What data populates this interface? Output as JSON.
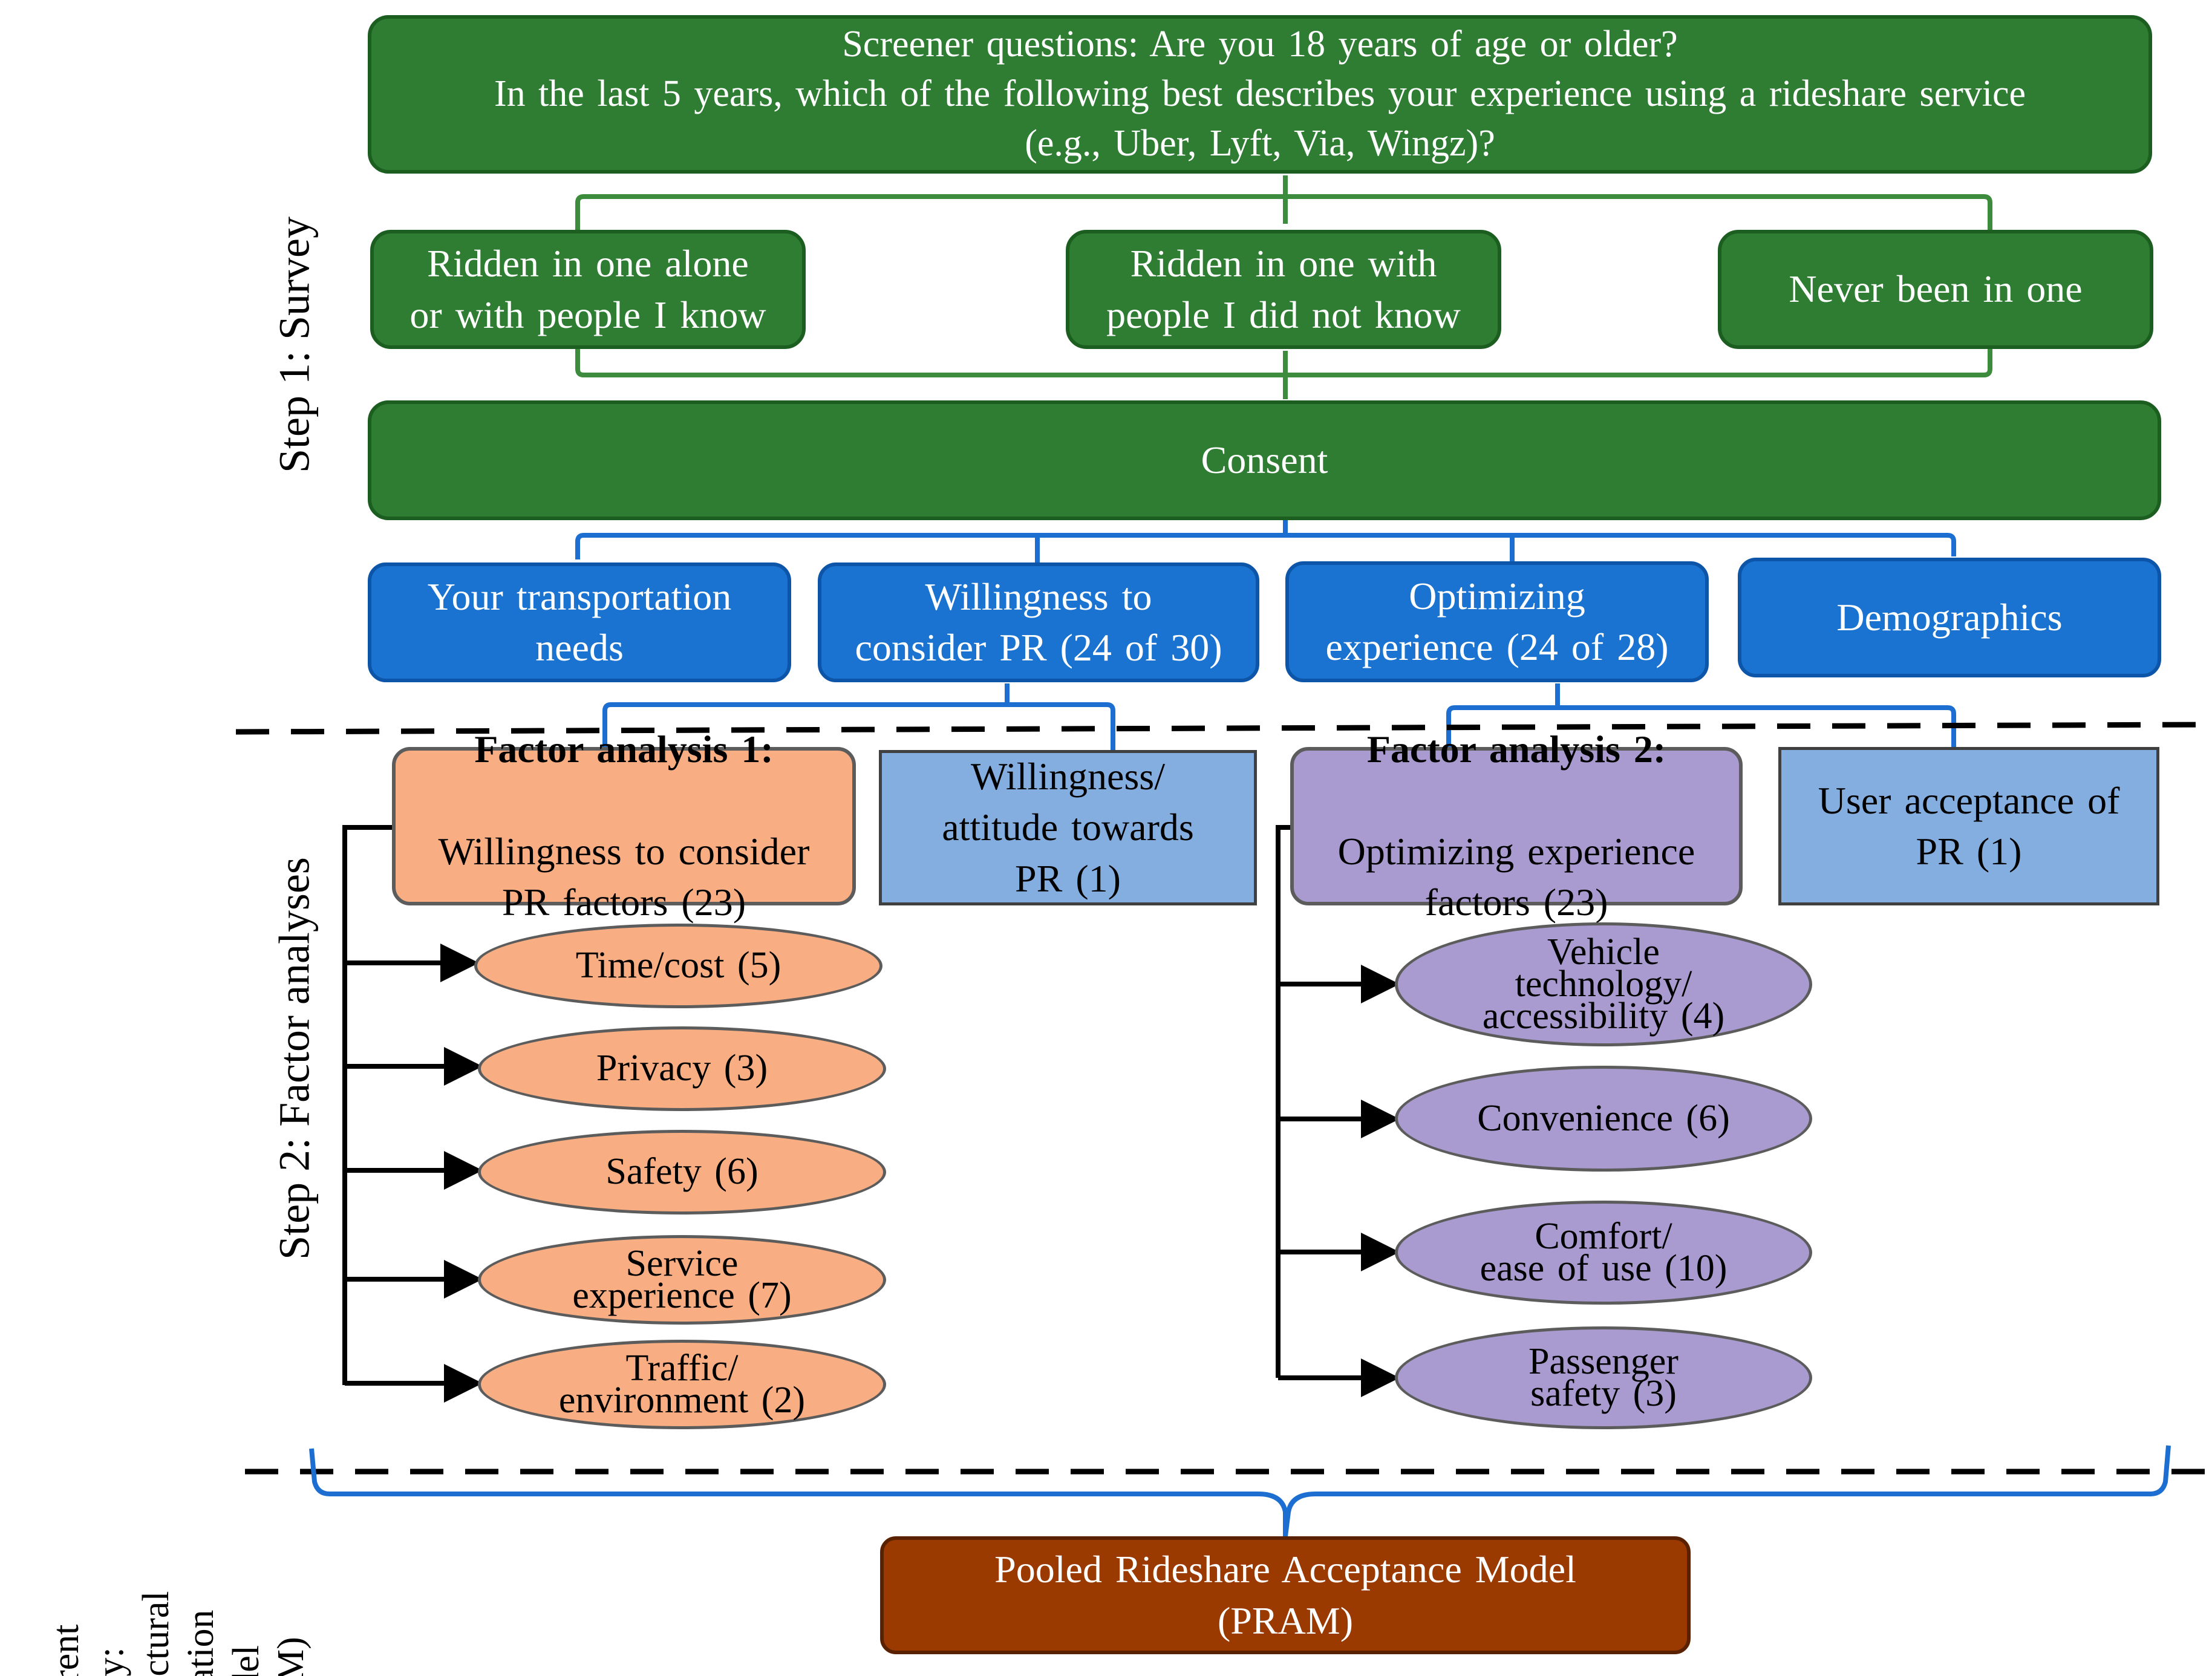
{
  "screener": {
    "text": "Screener questions: Are you 18 years of age or older?\nIn the last 5 years, which of the following best describes your experience using a rideshare service\n(e.g., Uber, Lyft, Via, Wingz)?"
  },
  "experience_options": [
    "Ridden in one alone\nor with people I know",
    "Ridden in one with\npeople I did not know",
    "Never been in one"
  ],
  "consent": "Consent",
  "survey_sections": [
    "Your transportation\nneeds",
    "Willingness to\nconsider PR (24 of 30)",
    "Optimizing\nexperience (24 of 28)",
    "Demographics"
  ],
  "factor_analysis_1": {
    "title": "Factor analysis 1:",
    "subtitle": "Willingness to consider\nPR factors (23)",
    "factors": [
      "Time/cost (5)",
      "Privacy (3)",
      "Safety (6)",
      "Service\nexperience (7)",
      "Traffic/\nenvironment (2)"
    ]
  },
  "willingness_attitude": "Willingness/\nattitude towards\nPR (1)",
  "factor_analysis_2": {
    "title": "Factor analysis 2:",
    "subtitle": "Optimizing experience\nfactors (23)",
    "factors": [
      "Vehicle\ntechnology/\naccessibility (4)",
      "Convenience (6)",
      "Comfort/\nease of use (10)",
      "Passenger\nsafety (3)"
    ]
  },
  "user_acceptance": "User acceptance of\nPR (1)",
  "pram": "Pooled Rideshare Acceptance Model\n(PRAM)",
  "side_labels": {
    "step1": "Step 1: Survey",
    "step2": "Step 2: Factor analyses",
    "current": "Current\nstudy:\nStructural\nequation\nmodel\n(SEM)"
  },
  "colors": {
    "green_box": "#2e7d32",
    "green_bracket": "#3d8b3d",
    "blue_box": "#1a73d0",
    "blue_bracket": "#1c6fd1",
    "orange": "#f8ae82",
    "purple": "#a99bd0",
    "light_blue": "#84aee0",
    "brown": "#9a3a00"
  }
}
